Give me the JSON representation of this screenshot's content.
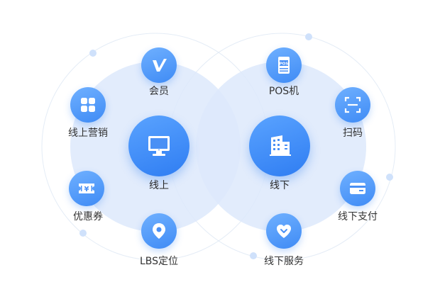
{
  "left_group": {
    "center": {
      "label": "线上",
      "icon": "monitor-icon"
    },
    "items": [
      {
        "label": "会员",
        "icon": "v-logo-icon"
      },
      {
        "label": "线上营销",
        "icon": "grid-apps-icon"
      },
      {
        "label": "优惠券",
        "icon": "coupon-icon"
      },
      {
        "label": "LBS定位",
        "icon": "location-pin-icon"
      }
    ]
  },
  "right_group": {
    "center": {
      "label": "线下",
      "icon": "building-icon"
    },
    "items": [
      {
        "label": "POS机",
        "icon": "pos-terminal-icon",
        "icon_text": "POS"
      },
      {
        "label": "扫码",
        "icon": "scan-icon"
      },
      {
        "label": "线下支付",
        "icon": "card-icon"
      },
      {
        "label": "线下服务",
        "icon": "heart-icon"
      }
    ]
  },
  "colors": {
    "accent": "#3f8bf5",
    "circle_fill": "#dce9fc",
    "ring": "#e3ebf5",
    "dot": "#c9defa",
    "text": "#333333"
  }
}
